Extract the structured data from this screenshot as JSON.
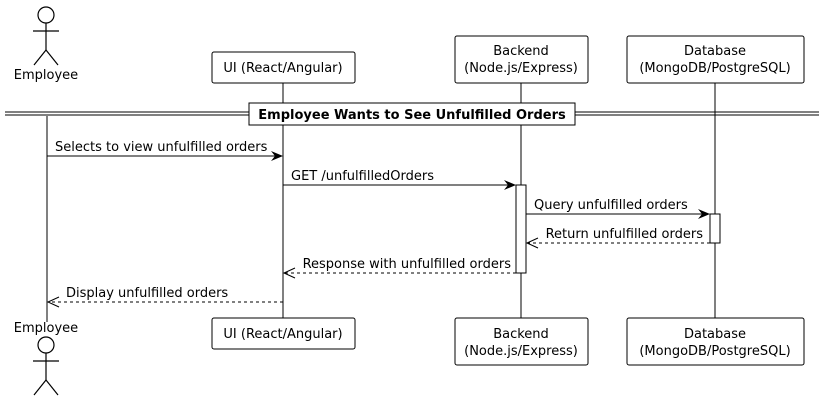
{
  "diagram": {
    "type": "sequence",
    "section_title": "Employee Wants to See Unfulfilled Orders",
    "participants": [
      {
        "id": "employee",
        "kind": "actor",
        "label": "Employee"
      },
      {
        "id": "ui",
        "kind": "box",
        "label": "UI (React/Angular)"
      },
      {
        "id": "backend",
        "kind": "box",
        "label_line1": "Backend",
        "label_line2": "(Node.js/Express)"
      },
      {
        "id": "database",
        "kind": "box",
        "label_line1": "Database",
        "label_line2": "(MongoDB/PostgreSQL)"
      }
    ],
    "messages": [
      {
        "from": "employee",
        "to": "ui",
        "label": "Selects to view unfulfilled orders",
        "style": "solid"
      },
      {
        "from": "ui",
        "to": "backend",
        "label": "GET /unfulfilledOrders",
        "style": "solid"
      },
      {
        "from": "backend",
        "to": "database",
        "label": "Query unfulfilled orders",
        "style": "solid"
      },
      {
        "from": "database",
        "to": "backend",
        "label": "Return unfulfilled orders",
        "style": "dashed"
      },
      {
        "from": "backend",
        "to": "ui",
        "label": "Response with unfulfilled orders",
        "style": "dashed"
      },
      {
        "from": "ui",
        "to": "employee",
        "label": "Display unfulfilled orders",
        "style": "dashed"
      }
    ]
  }
}
